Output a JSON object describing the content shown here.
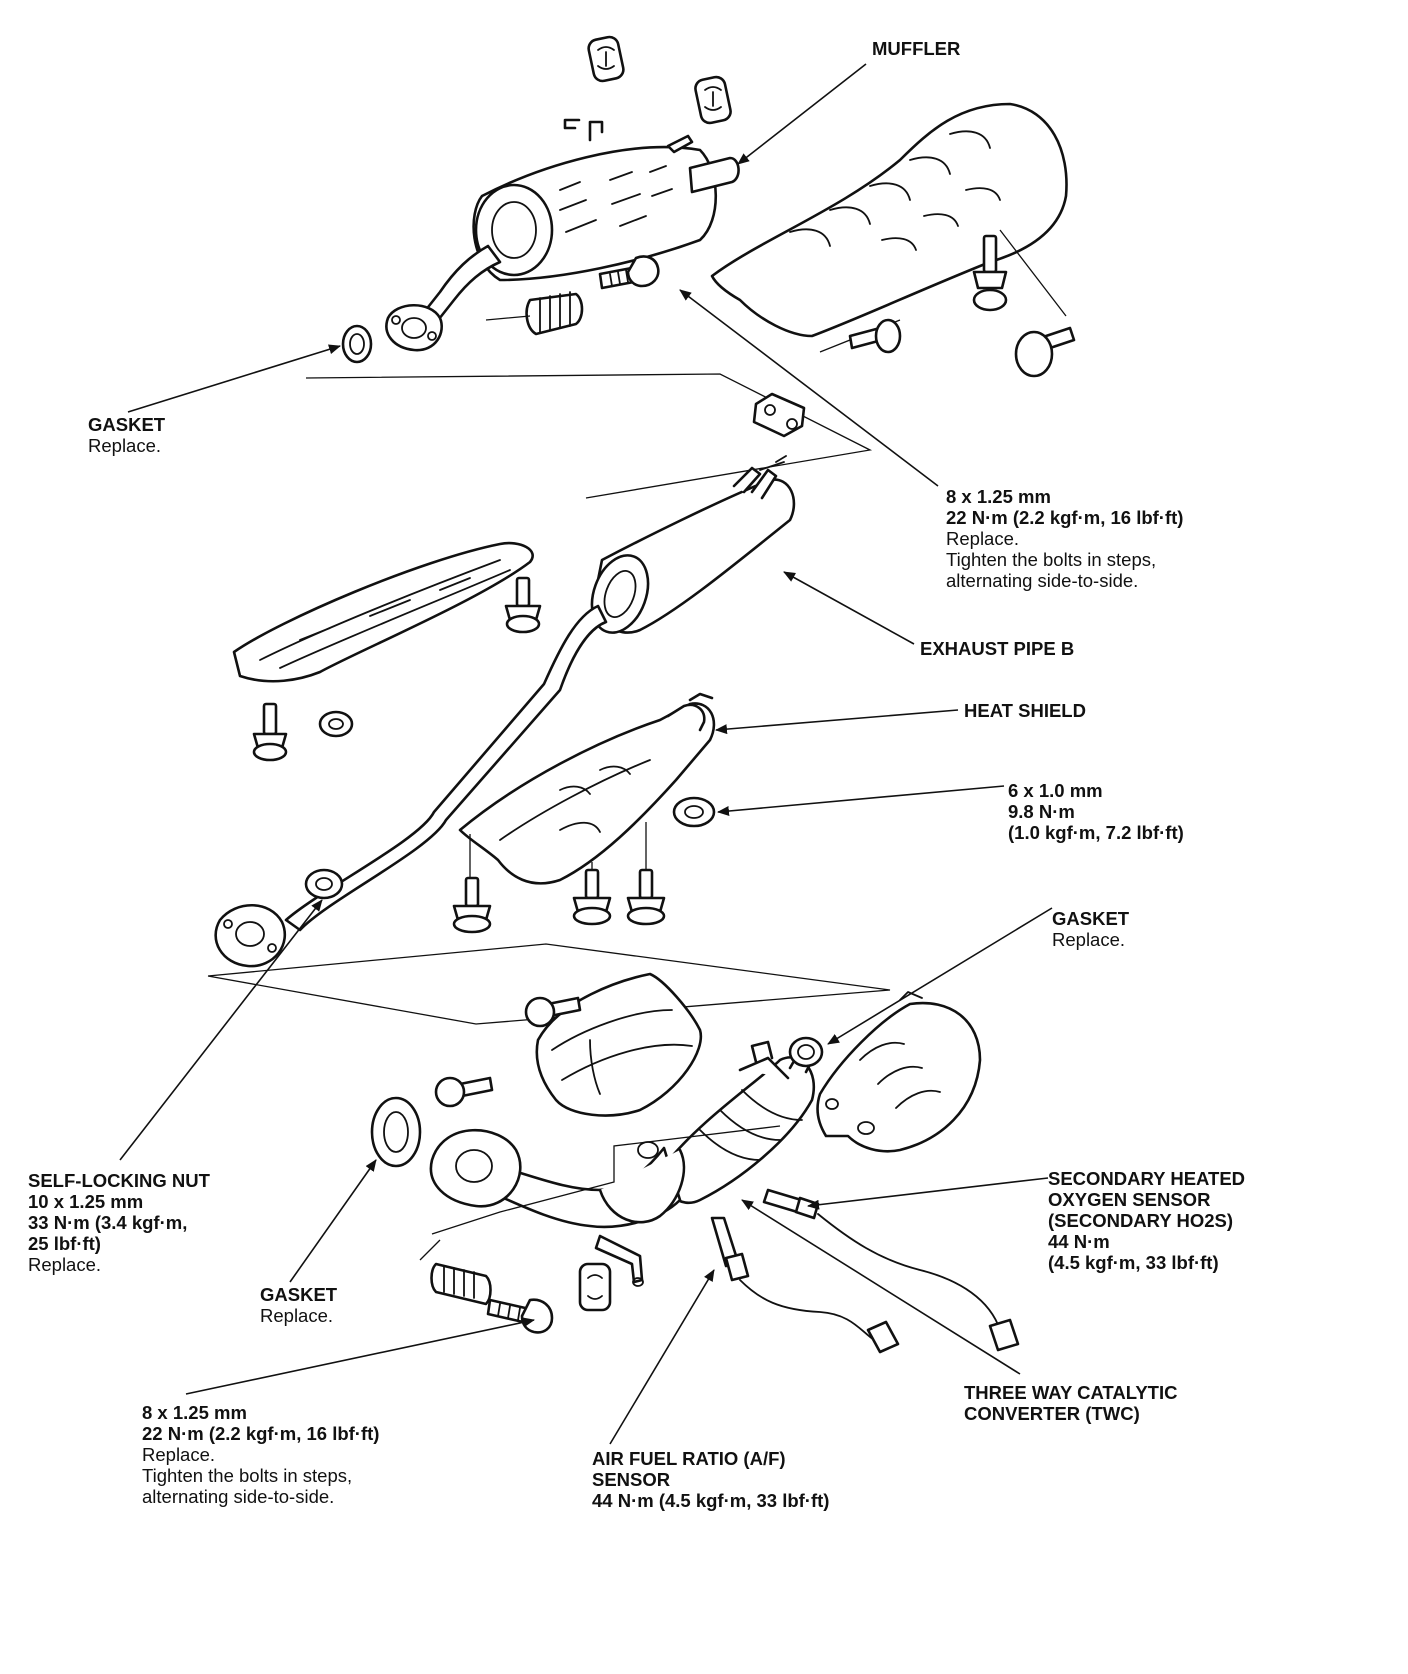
{
  "callouts": {
    "muffler": {
      "title": "MUFFLER"
    },
    "gasket_top": {
      "title": "GASKET",
      "note": "Replace."
    },
    "bolt_top": {
      "size": "8 x 1.25 mm",
      "torque": "22 N·m (2.2 kgf·m, 16 lbf·ft)",
      "note1": "Replace.",
      "note2": "Tighten the bolts in steps,",
      "note3": "alternating side-to-side."
    },
    "exhaust_pipe_b": {
      "title": "EXHAUST PIPE B"
    },
    "heat_shield": {
      "title": "HEAT SHIELD"
    },
    "nut_6mm": {
      "size": "6 x 1.0 mm",
      "torque1": "9.8 N·m",
      "torque2": "(1.0 kgf·m, 7.2 lbf·ft)"
    },
    "gasket_right": {
      "title": "GASKET",
      "note": "Replace."
    },
    "self_locking_nut": {
      "title": "SELF-LOCKING NUT",
      "size": "10 x 1.25 mm",
      "torque1": "33 N·m (3.4 kgf·m,",
      "torque2": "25 lbf·ft)",
      "note": "Replace."
    },
    "secondary_ho2s": {
      "line1": "SECONDARY HEATED",
      "line2": "OXYGEN SENSOR",
      "line3": "(SECONDARY HO2S)",
      "torque1": "44 N·m",
      "torque2": "(4.5 kgf·m, 33 lbf·ft)"
    },
    "gasket_bottom": {
      "title": "GASKET",
      "note": "Replace."
    },
    "bolt_bottom": {
      "size": "8 x 1.25 mm",
      "torque": "22 N·m (2.2 kgf·m, 16 lbf·ft)",
      "note1": "Replace.",
      "note2": "Tighten the bolts in steps,",
      "note3": "alternating side-to-side."
    },
    "twc": {
      "line1": "THREE WAY CATALYTIC",
      "line2": "CONVERTER (TWC)"
    },
    "af_sensor": {
      "line1": "AIR FUEL RATIO (A/F)",
      "line2": "SENSOR",
      "torque": "44 N·m (4.5 kgf·m, 33 lbf·ft)"
    }
  }
}
